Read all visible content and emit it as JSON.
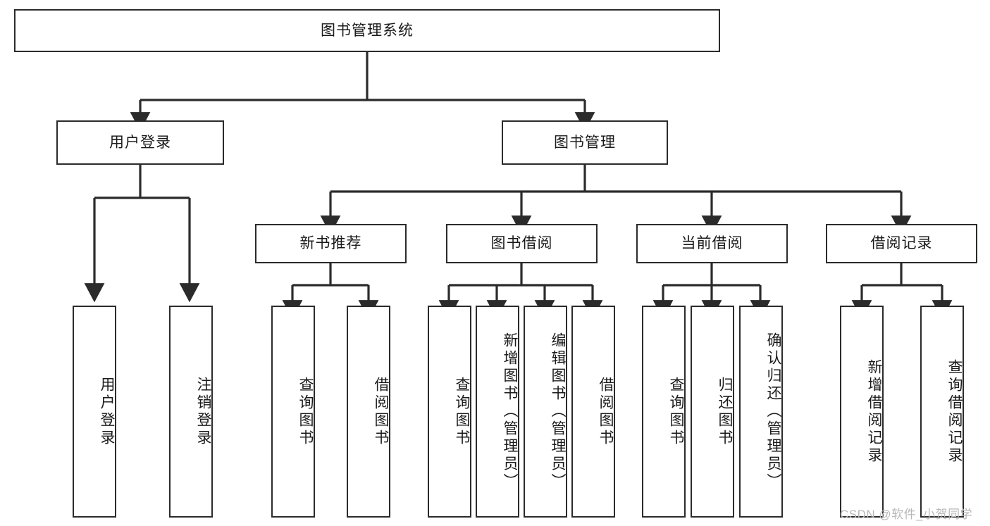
{
  "diagram": {
    "type": "tree-hierarchy-chart",
    "title": "图书管理系统",
    "line_color": "#2b2b2b",
    "box_fill": "#ffffff",
    "text_color": "#1a1a1a",
    "root": {
      "label": "图书管理系统",
      "orientation": "horizontal"
    },
    "level1": [
      {
        "label": "用户登录",
        "orientation": "horizontal"
      },
      {
        "label": "图书管理",
        "orientation": "horizontal"
      }
    ],
    "level2": [
      {
        "label": "新书推荐",
        "orientation": "horizontal",
        "parent": "图书管理"
      },
      {
        "label": "图书借阅",
        "orientation": "horizontal",
        "parent": "图书管理"
      },
      {
        "label": "当前借阅",
        "orientation": "horizontal",
        "parent": "图书管理"
      },
      {
        "label": "借阅记录",
        "orientation": "horizontal",
        "parent": "图书管理"
      }
    ],
    "leaves": {
      "用户登录": [
        {
          "label": "用户登录",
          "orientation": "vertical"
        },
        {
          "label": "注销登录",
          "orientation": "vertical"
        }
      ],
      "新书推荐": [
        {
          "label": "查询图书",
          "orientation": "vertical"
        },
        {
          "label": "借阅图书",
          "orientation": "vertical"
        }
      ],
      "图书借阅": [
        {
          "label": "查询图书",
          "orientation": "vertical"
        },
        {
          "label": "新增图书（管理员）",
          "orientation": "vertical"
        },
        {
          "label": "编辑图书（管理员）",
          "orientation": "vertical"
        },
        {
          "label": "借阅图书",
          "orientation": "vertical"
        }
      ],
      "当前借阅": [
        {
          "label": "查询图书",
          "orientation": "vertical"
        },
        {
          "label": "归还图书",
          "orientation": "vertical"
        },
        {
          "label": "确认归还（管理员）",
          "orientation": "vertical"
        }
      ],
      "借阅记录": [
        {
          "label": "新增借阅记录",
          "orientation": "vertical"
        },
        {
          "label": "查询借阅记录",
          "orientation": "vertical"
        }
      ]
    }
  },
  "watermark": {
    "text": "CSDN @软件_小贺同学"
  }
}
